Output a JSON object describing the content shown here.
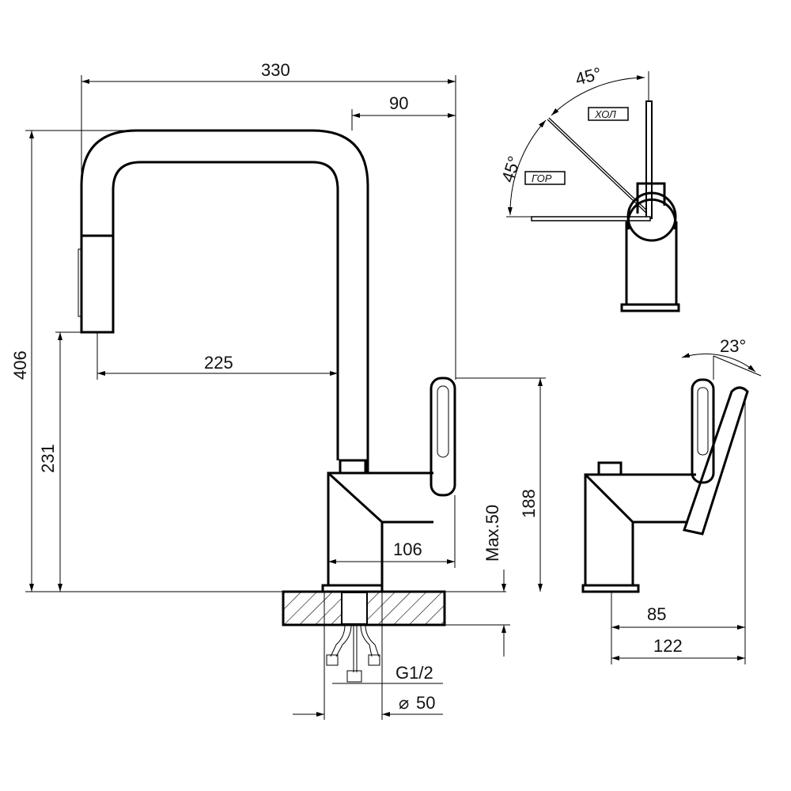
{
  "title": "Faucet dimension drawing",
  "dimensions": {
    "overall_reach": "330",
    "aerator_offset": "90",
    "height": "406",
    "spout_height": "231",
    "spout_reach": "225",
    "body_height": "188",
    "max_counter": "Max.50",
    "body_length": "106",
    "thread": "G1/2",
    "hole_diameter": "50",
    "diameter_symbol": "⌀",
    "side_85": "85",
    "side_122": "122"
  },
  "angles": {
    "cold_angle": "45°",
    "hot_angle": "45°",
    "tilt_angle": "23°"
  },
  "labels": {
    "cold": "ХОЛ",
    "hot": "ГОР"
  },
  "colors": {
    "line": "#000000",
    "background": "#ffffff"
  }
}
